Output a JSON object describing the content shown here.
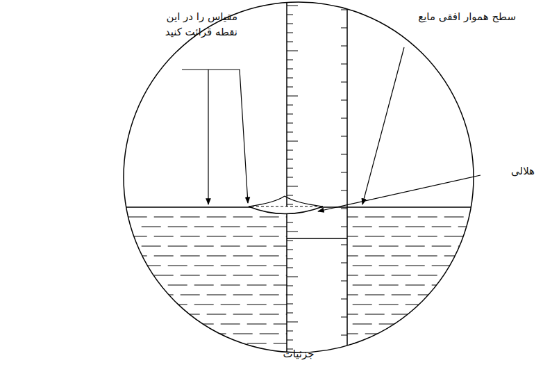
{
  "diagram": {
    "labels": [
      "مقیاس را در این نقطه قرائت کنید",
      "سطح هموار افقی مایع",
      "هلالی",
      "جزئیات"
    ]
  }
}
